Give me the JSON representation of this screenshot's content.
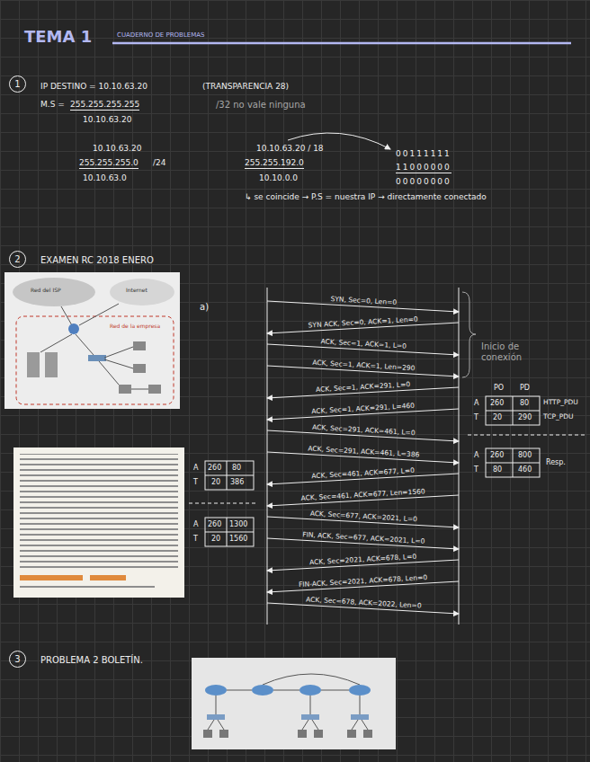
{
  "diagram": {
    "title": "TEMA 1",
    "nodes": [
      {
        "text": [
          "1"
        ]
      },
      {
        "text": [
          "2"
        ]
      },
      {
        "text": [
          "3"
        ]
      }
    ],
    "labels": [
      "CUADERNO DE PROBLEMAS",
      "IP DESTINO = 10.10.63.20",
      "(TRANSPARENCIA 28)",
      "M.S =",
      "255.255.255.255",
      "10.10.63.20",
      "/32 no vale ninguna",
      "10.10.63.20",
      "255.255.255.0",
      "/24",
      "10.10.63.0",
      "10.10.63.20 / 18",
      "255.255.192.0",
      "10.10.0.0",
      "00111111",
      "11000000",
      "00000000",
      "↳ se coincide → P.S = nuestra IP → directamente conectado",
      "EXAMEN RC 2018 ENERO",
      "Red del ISP",
      "Internet",
      "Red de la empresa",
      "a)",
      "SYN, Sec=0, Len=0",
      "SYN ACK, Sec=0, ACK=1, Len=0",
      "ACK, Sec=1, ACK=1, L=0",
      "ACK, Sec=1, ACK=1, Len=290",
      "ACK, Sec=1, ACK=291, L=0",
      "ACK, Sec=1, ACK=291, L=460",
      "ACK, Sec=291, ACK=461, L=0",
      "ACK, Sec=291, ACK=461, L=386",
      "ACK, Sec=461, ACK=677, L=0",
      "ACK, Sec=461, ACK=677, Len=1560",
      "ACK, Sec=677, ACK=2021, L=0",
      "FIN, ACK, Sec=677, ACK=2021, L=0",
      "ACK, Sec=2021, ACK=678, L=0",
      "FIN-ACK, Sec=2021, ACK=678, Len=0",
      "ACK, Sec=678, ACK=2022, Len=0",
      "Inicio de conexión",
      "PO",
      "PD",
      "A",
      "260",
      "80",
      "HTTP_PDU",
      "T",
      "20",
      "290",
      "TCP_PDU",
      "A",
      "260",
      "800",
      "T",
      "80",
      "460",
      "Resp.",
      "A",
      "260",
      "80",
      "T",
      "20",
      "386",
      "A",
      "260",
      "1300",
      "T",
      "20",
      "1560",
      "PROBLEMA 2 BOLETÍN."
    ]
  }
}
